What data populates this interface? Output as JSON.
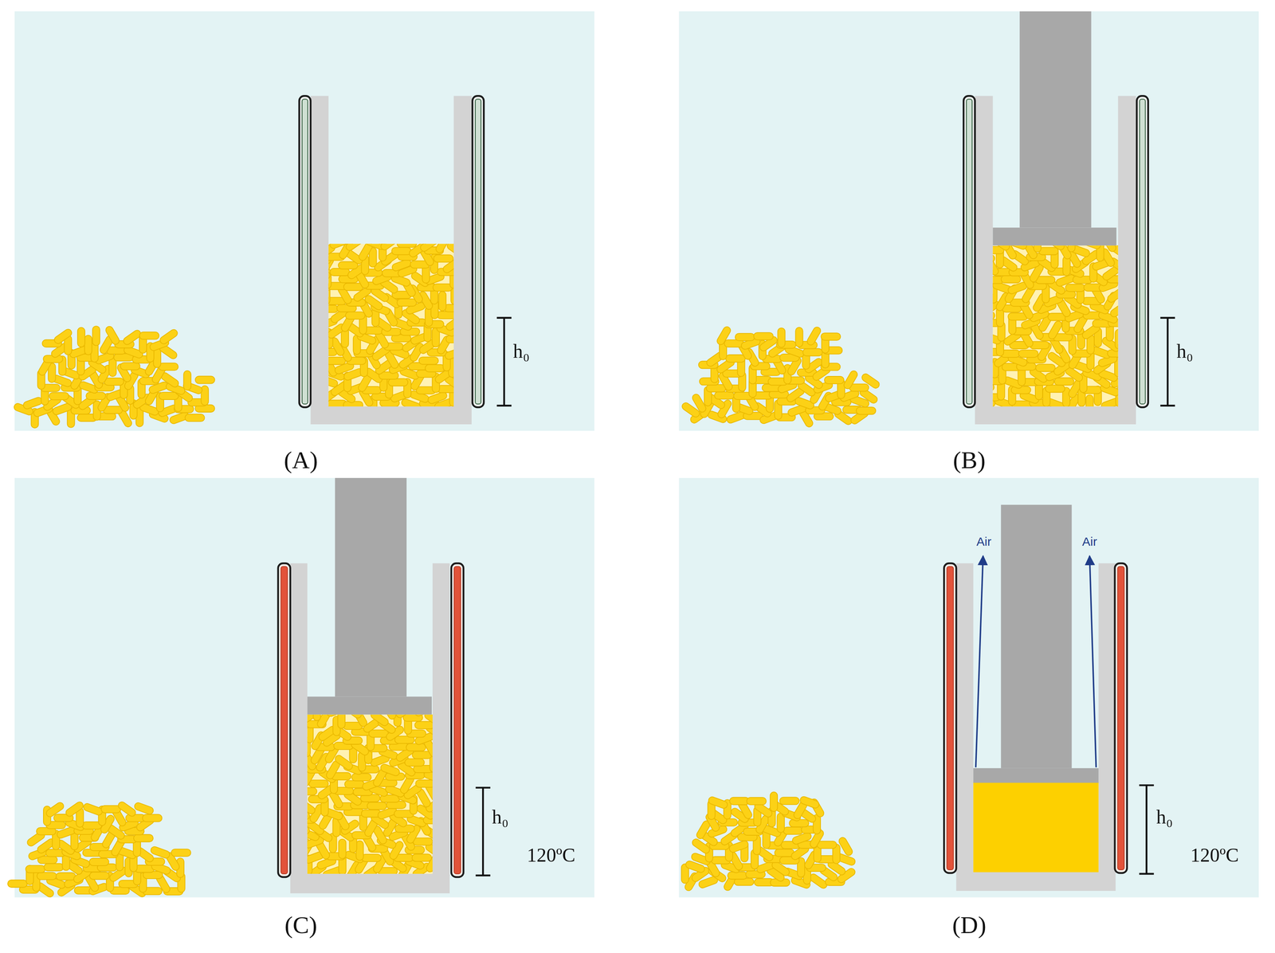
{
  "diagram": {
    "labels": [
      "(A)",
      "h₀",
      "(B)",
      "h₀",
      "(C)",
      "h₀",
      "120ºC",
      "(D)",
      "h₀",
      "120ºC",
      "Air",
      "Air"
    ]
  }
}
